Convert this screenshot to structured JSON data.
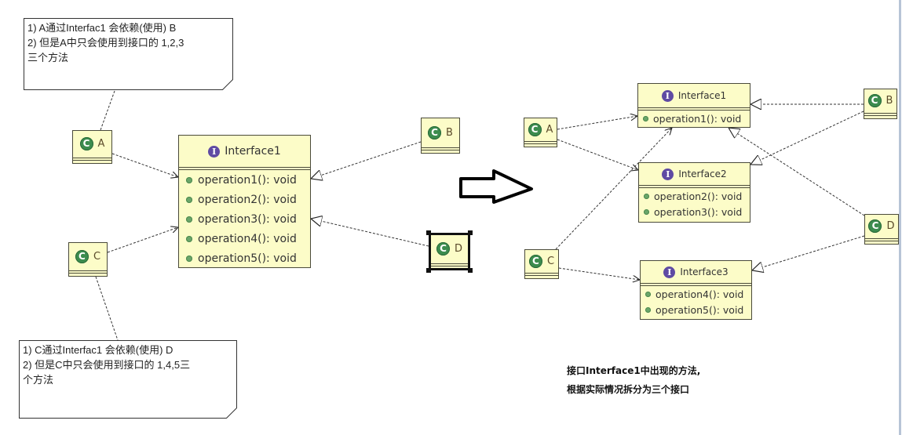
{
  "diagram": {
    "type": "uml-class-diagram",
    "left": {
      "note_a": {
        "lines": [
          "1) A通过Interfac1 会依赖(使用) B",
          "2) 但是A中只会使用到接口的 1,2,3",
          "三个方法"
        ]
      },
      "note_c": {
        "lines": [
          "1) C通过Interfac1 会依赖(使用) D",
          "2) 但是C中只会使用到接口的 1,4,5三",
          "个方法"
        ]
      },
      "classes": {
        "a": {
          "name": "A",
          "icon": "class-icon",
          "icon_glyph": "C"
        },
        "b": {
          "name": "B",
          "icon": "class-icon",
          "icon_glyph": "C"
        },
        "c": {
          "name": "C",
          "icon": "class-icon",
          "icon_glyph": "C"
        },
        "d": {
          "name": "D",
          "icon": "class-icon",
          "icon_glyph": "C",
          "selected": true
        }
      },
      "interface1": {
        "name": "Interface1",
        "icon": "interface-icon",
        "icon_glyph": "I",
        "operations": [
          "operation1(): void",
          "operation2(): void",
          "operation3(): void",
          "operation4(): void",
          "operation5(): void"
        ]
      },
      "relations": [
        {
          "from": "A",
          "to": "Interface1",
          "kind": "dependency"
        },
        {
          "from": "C",
          "to": "Interface1",
          "kind": "dependency"
        },
        {
          "from": "B",
          "to": "Interface1",
          "kind": "realization"
        },
        {
          "from": "D",
          "to": "Interface1",
          "kind": "realization"
        },
        {
          "from": "note_a",
          "to": "A",
          "kind": "note-link"
        },
        {
          "from": "note_c",
          "to": "C",
          "kind": "note-link"
        }
      ]
    },
    "transition_arrow": "right-arrow-icon",
    "right": {
      "classes": {
        "a": {
          "name": "A",
          "icon_glyph": "C"
        },
        "b": {
          "name": "B",
          "icon_glyph": "C"
        },
        "c": {
          "name": "C",
          "icon_glyph": "C"
        },
        "d": {
          "name": "D",
          "icon_glyph": "C"
        }
      },
      "interface1": {
        "name": "Interface1",
        "icon_glyph": "I",
        "operations": [
          "operation1(): void"
        ]
      },
      "interface2": {
        "name": "Interface2",
        "icon_glyph": "I",
        "operations": [
          "operation2(): void",
          "operation3(): void"
        ]
      },
      "interface3": {
        "name": "Interface3",
        "icon_glyph": "I",
        "operations": [
          "operation4(): void",
          "operation5(): void"
        ]
      },
      "relations": [
        {
          "from": "A",
          "to": "Interface1",
          "kind": "dependency"
        },
        {
          "from": "A",
          "to": "Interface2",
          "kind": "dependency"
        },
        {
          "from": "C",
          "to": "Interface1",
          "kind": "dependency"
        },
        {
          "from": "C",
          "to": "Interface3",
          "kind": "dependency"
        },
        {
          "from": "B",
          "to": "Interface1",
          "kind": "realization"
        },
        {
          "from": "B",
          "to": "Interface2",
          "kind": "realization"
        },
        {
          "from": "D",
          "to": "Interface1",
          "kind": "realization"
        },
        {
          "from": "D",
          "to": "Interface3",
          "kind": "realization"
        }
      ],
      "caption": {
        "lines": [
          "接口Interface1中出现的方法,",
          "根据实际情况拆分为三个接口"
        ]
      }
    },
    "colors": {
      "class_fill": "#fcfcc8",
      "class_icon": "#3c8c4e",
      "interface_icon": "#5f4aa3",
      "operation_dot": "#6aa66a"
    }
  }
}
